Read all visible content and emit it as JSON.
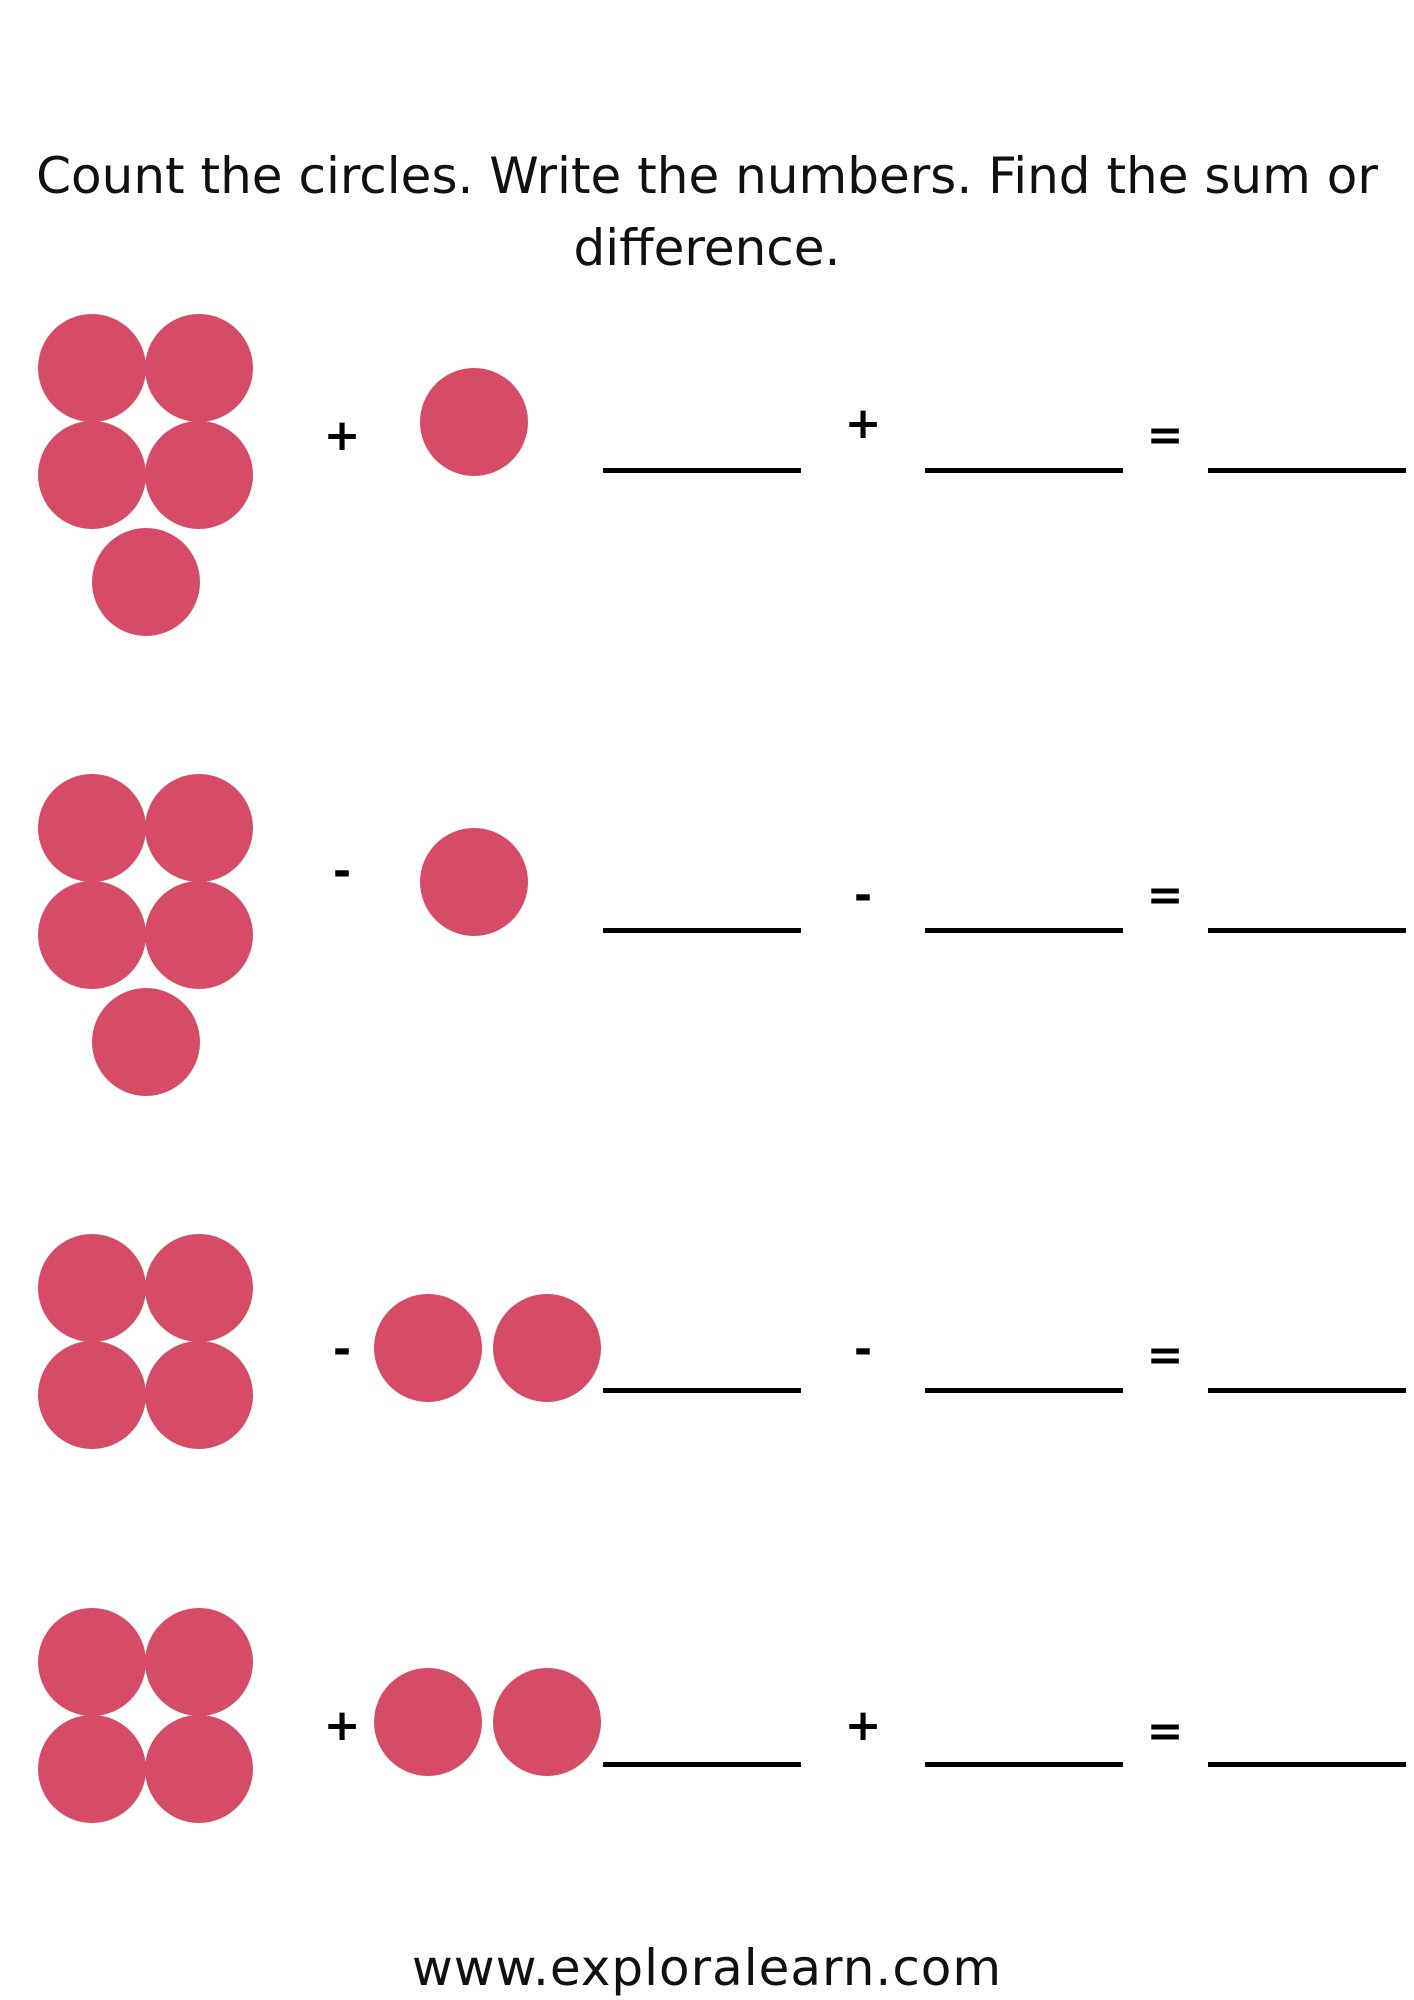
{
  "worksheet": {
    "instructions": "Count the circles. Write the numbers. Find the sum or difference.",
    "website": "www.exploralearn.com",
    "circle_color": "#d64c66",
    "problems": [
      {
        "first_count": 5,
        "operator": "+",
        "second_count": 1,
        "equation_operator": "+",
        "equals": "="
      },
      {
        "first_count": 5,
        "operator": "-",
        "second_count": 1,
        "equation_operator": "-",
        "equals": "="
      },
      {
        "first_count": 4,
        "operator": "-",
        "second_count": 2,
        "equation_operator": "-",
        "equals": "="
      },
      {
        "first_count": 4,
        "operator": "+",
        "second_count": 2,
        "equation_operator": "+",
        "equals": "="
      }
    ]
  }
}
